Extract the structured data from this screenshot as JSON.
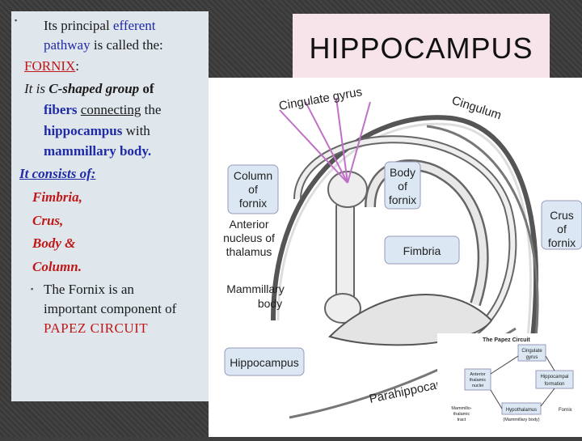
{
  "slide": {
    "title": "HIPPOCAMPUS",
    "text": {
      "l1": "Its principal ",
      "l1b": "efferent",
      "l2": "pathway",
      "l2b": " is called the:",
      "l3": "FORNIX",
      "l3b": ":",
      "l4a": "It is ",
      "l4b": "C-shaped group",
      "l4c": " of",
      "l5a": "fibers ",
      "l5b": "connecting",
      "l5c": " the",
      "l6a": "hippocampus",
      "l6b": " with",
      "l7": "mammillary body.",
      "l8": "It consists of:",
      "l9": "Fimbria,",
      "l10": "Crus,",
      "l11": "Body &",
      "l12": "Column.",
      "l13": "The Fornix is an",
      "l14": "important component of",
      "l15": "PAPEZ CIRCUIT"
    }
  },
  "figure": {
    "labels": {
      "cingulate_gyrus": "Cingulate gyrus",
      "cingulum": "Cingulum",
      "column_of_fornix": [
        "Column",
        "of",
        "fornix"
      ],
      "body_of_fornix": [
        "Body",
        "of",
        "fornix"
      ],
      "crus_of_fornix": [
        "Crus",
        "of",
        "fornix"
      ],
      "anterior_nucleus": [
        "Anterior",
        "nucleus of",
        "thalamus"
      ],
      "fimbria": "Fimbria",
      "mammillary_body": [
        "Mammillary",
        "body"
      ],
      "hippocampus": "Hippocampus",
      "parahippocampal": "Parahippocampal"
    },
    "papez": {
      "title": "The Papez Circuit",
      "cingulate": [
        "Cingulate",
        "gyrus"
      ],
      "anterior": [
        "Anterior",
        "thalamic",
        "nuclei"
      ],
      "hippocampal": [
        "Hippocampal",
        "formation"
      ],
      "mammillo": [
        "Mammillo-",
        "thalamic",
        "tract"
      ],
      "hypothalamus": "Hypothalamus",
      "mammillary": "(Mammillary body)",
      "fornix": "Fornix"
    }
  },
  "colors": {
    "panel_bg": "#dfe7ec",
    "title_bg": "#f7e3ea",
    "label_box": "#dbe8f3",
    "arrow": "#c070c8",
    "text_blue": "#1f2aa8",
    "text_red": "#c01818"
  }
}
